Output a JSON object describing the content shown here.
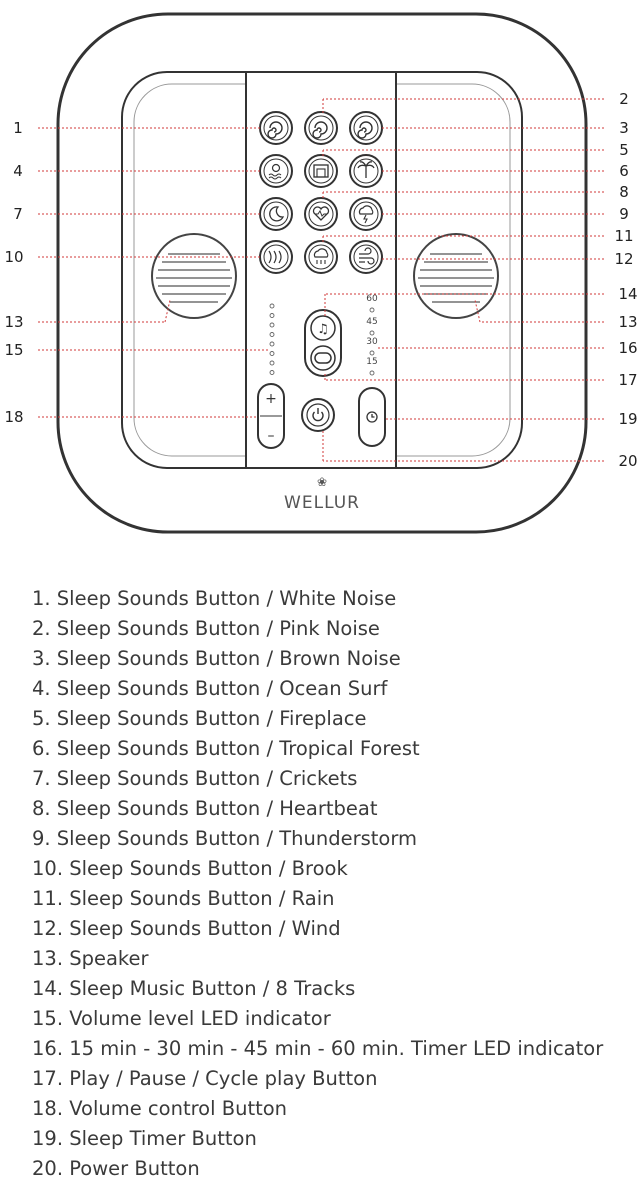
{
  "brand": {
    "name": "WELLUR",
    "logo": "lotus-logo"
  },
  "callouts": [
    "1",
    "2",
    "3",
    "4",
    "5",
    "6",
    "7",
    "8",
    "9",
    "10",
    "11",
    "12",
    "13",
    "13",
    "14",
    "15",
    "16",
    "17",
    "18",
    "19",
    "20"
  ],
  "timer_marks": [
    "60",
    "45",
    "30",
    "15"
  ],
  "buttons": {
    "volume_plus": "+",
    "volume_minus": "–"
  },
  "icons": {
    "row1": [
      "swirl-icon",
      "swirl-icon",
      "swirl-icon"
    ],
    "row2": [
      "sun-waves-icon",
      "fireplace-icon",
      "palm-tree-icon"
    ],
    "row3": [
      "moon-icon",
      "heartbeat-icon",
      "thunderstorm-icon"
    ],
    "row4": [
      "brook-icon",
      "rain-cloud-icon",
      "wind-icon"
    ],
    "music": "music-note-icon",
    "cycle": "cycle-icon",
    "power": "power-icon",
    "timer": "clock-icon"
  },
  "colors": {
    "callout_line": "#d23a3a",
    "outline": "#333333"
  },
  "legend": [
    "1. Sleep Sounds Button / White Noise",
    "2. Sleep Sounds Button / Pink Noise",
    "3. Sleep Sounds Button / Brown Noise",
    "4. Sleep Sounds Button / Ocean Surf",
    "5. Sleep Sounds Button / Fireplace",
    "6. Sleep Sounds Button / Tropical Forest",
    "7. Sleep Sounds Button / Crickets",
    "8. Sleep Sounds Button / Heartbeat",
    "9. Sleep Sounds Button / Thunderstorm",
    "10. Sleep Sounds Button / Brook",
    "11. Sleep Sounds Button / Rain",
    "12. Sleep Sounds Button / Wind",
    "13. Speaker",
    "14. Sleep Music Button / 8 Tracks",
    "15. Volume level LED indicator",
    "16. 15 min - 30 min - 45 min - 60 min. Timer LED indicator",
    "17. Play / Pause / Cycle play Button",
    "18. Volume control Button",
    "19. Sleep Timer Button",
    "20. Power Button"
  ]
}
